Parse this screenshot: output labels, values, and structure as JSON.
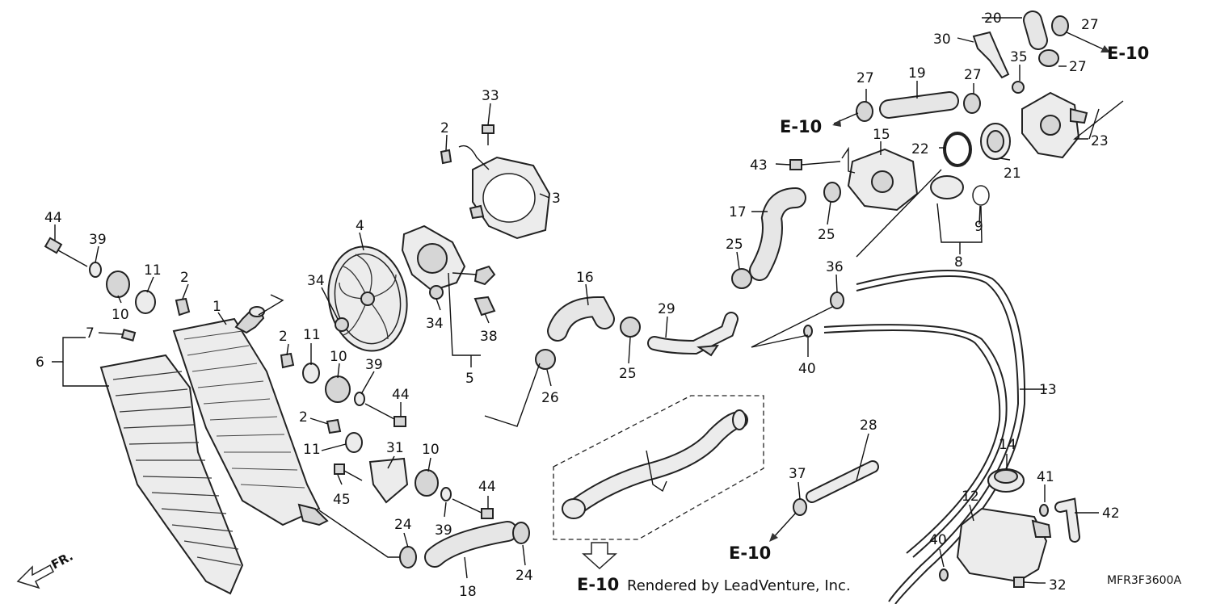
{
  "diagram": {
    "callouts": {
      "c1": "1",
      "c2a": "2",
      "c2b": "2",
      "c2c": "2",
      "c2d": "2",
      "c3": "3",
      "c4": "4",
      "c5": "5",
      "c6": "6",
      "c7": "7",
      "c8": "8",
      "c9": "9",
      "c10a": "10",
      "c10b": "10",
      "c10c": "10",
      "c11a": "11",
      "c11b": "11",
      "c11c": "11",
      "c12": "12",
      "c13": "13",
      "c14": "14",
      "c15": "15",
      "c16": "16",
      "c17": "17",
      "c18": "18",
      "c19": "19",
      "c20": "20",
      "c21": "21",
      "c22": "22",
      "c23": "23",
      "c24a": "24",
      "c24b": "24",
      "c25a": "25",
      "c25b": "25",
      "c25c": "25",
      "c26": "26",
      "c27a": "27",
      "c27b": "27",
      "c27c": "27",
      "c27d": "27",
      "c28": "28",
      "c29": "29",
      "c30": "30",
      "c31": "31",
      "c32": "32",
      "c33": "33",
      "c34a": "34",
      "c34b": "34",
      "c35": "35",
      "c36": "36",
      "c37": "37",
      "c38": "38",
      "c39a": "39",
      "c39b": "39",
      "c39c": "39",
      "c40a": "40",
      "c40b": "40",
      "c41": "41",
      "c42": "42",
      "c43": "43",
      "c44a": "44",
      "c44b": "44",
      "c44c": "44",
      "c45": "45"
    },
    "refs": {
      "e10_top_right": "E-10",
      "e10_top_left": "E-10",
      "e10_bottom_right": "E-10",
      "e10_bottom_center": "E-10"
    },
    "watermark": "Rendered by LeadVenture, Inc.",
    "part_code": "MFR3F3600A",
    "front_label": "FR."
  }
}
